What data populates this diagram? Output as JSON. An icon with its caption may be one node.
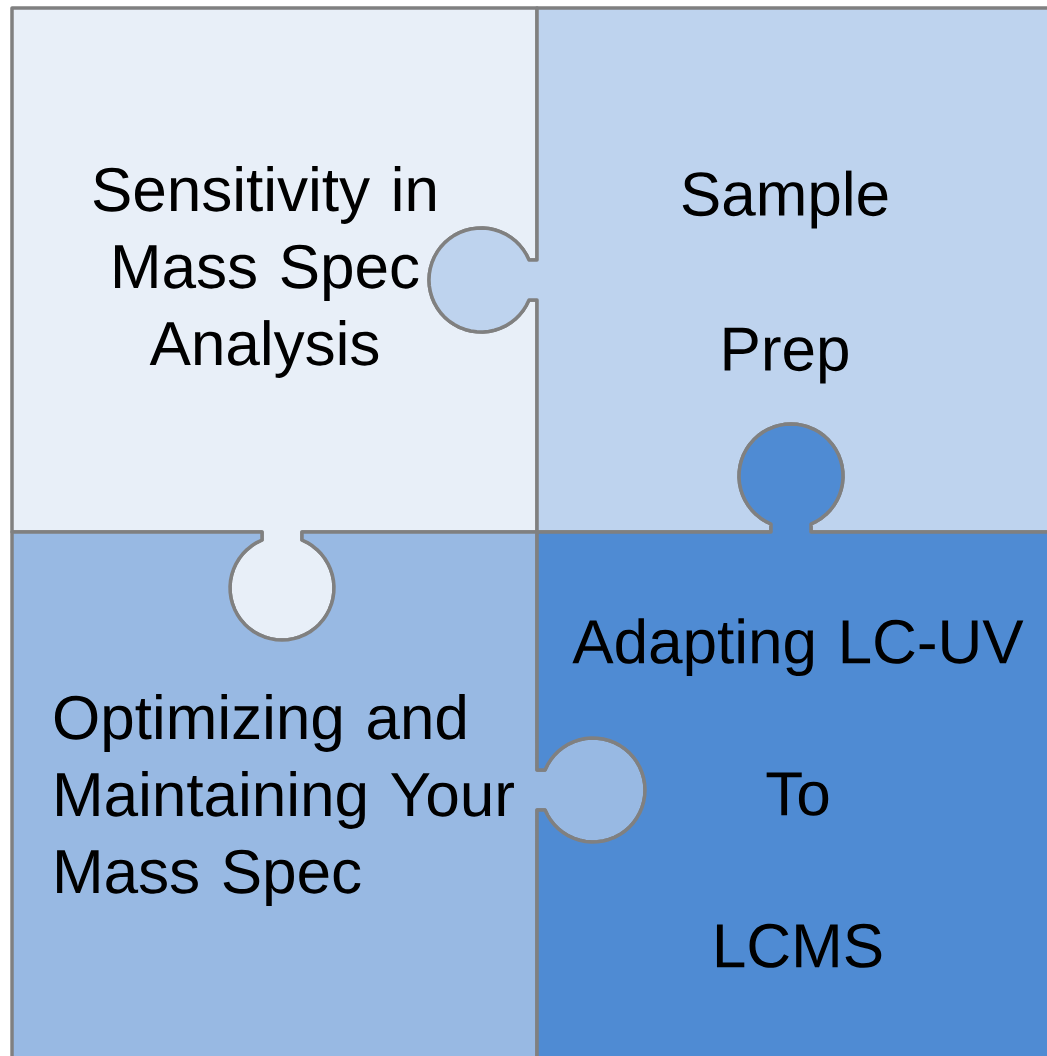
{
  "diagram": {
    "nodes": [
      {
        "text": [
          "Sensitivity in Mass Spec Analysis"
        ]
      },
      {
        "text": [
          "Sample",
          "Prep"
        ]
      },
      {
        "text": [
          "Optimizing and Maintaining Your Mass Spec"
        ]
      },
      {
        "text": [
          "Adapting LC-UV",
          "To",
          "LCMS"
        ]
      }
    ]
  }
}
